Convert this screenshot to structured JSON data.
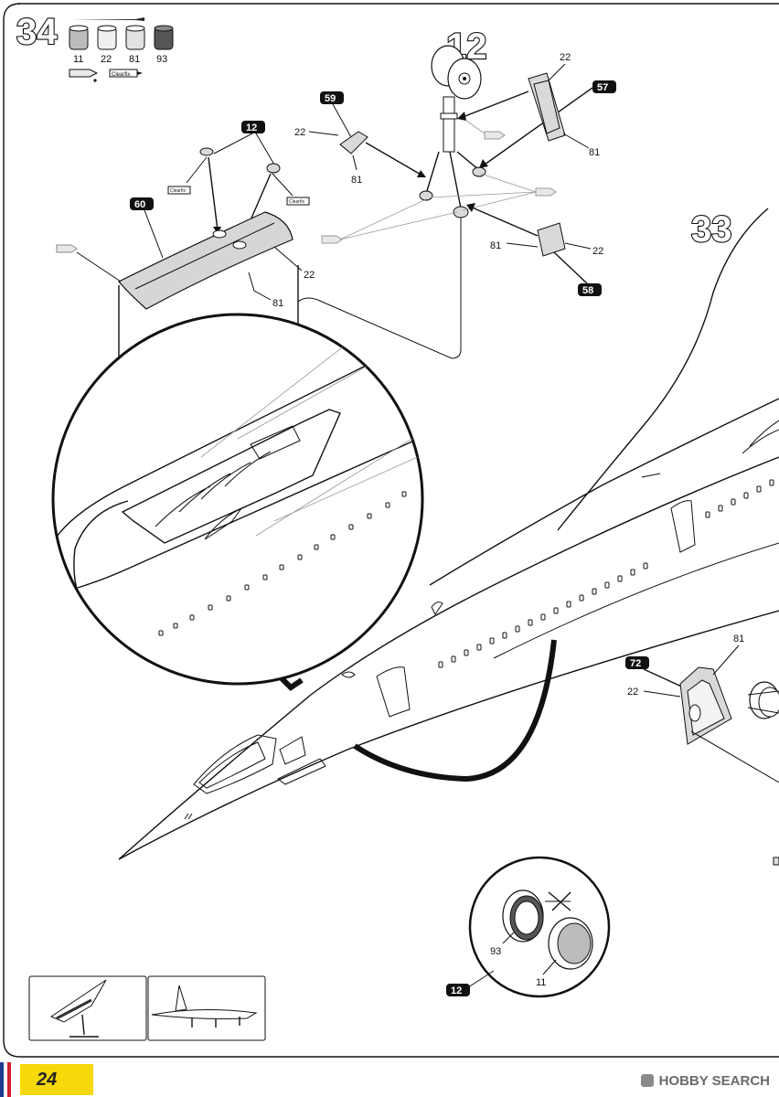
{
  "step_34": {
    "number": "34",
    "paints": [
      "11",
      "22",
      "81",
      "93"
    ],
    "glue_label": "Clearfix"
  },
  "step_12": {
    "number": "12"
  },
  "step_33": {
    "number": "33"
  },
  "parts": {
    "p12_top": "12",
    "p59": "59",
    "p57": "57",
    "p60": "60",
    "p58": "58",
    "p72": "72",
    "p12_bottom": "12"
  },
  "paint_codes": {
    "c22_a": "22",
    "c81_a": "81",
    "c22_b": "22",
    "c81_b": "81",
    "c22_c": "22",
    "c81_c": "81",
    "c22_d": "22",
    "c81_d": "81",
    "c22_e": "22",
    "c81_e": "81",
    "c93": "93",
    "c11": "11"
  },
  "page": {
    "number": "24"
  },
  "watermark": {
    "text": "HOBBY SEARCH"
  },
  "colors": {
    "flag_blue": "#1f3a93",
    "flag_red": "#d0202a",
    "page_tab": "#f5d90a"
  }
}
